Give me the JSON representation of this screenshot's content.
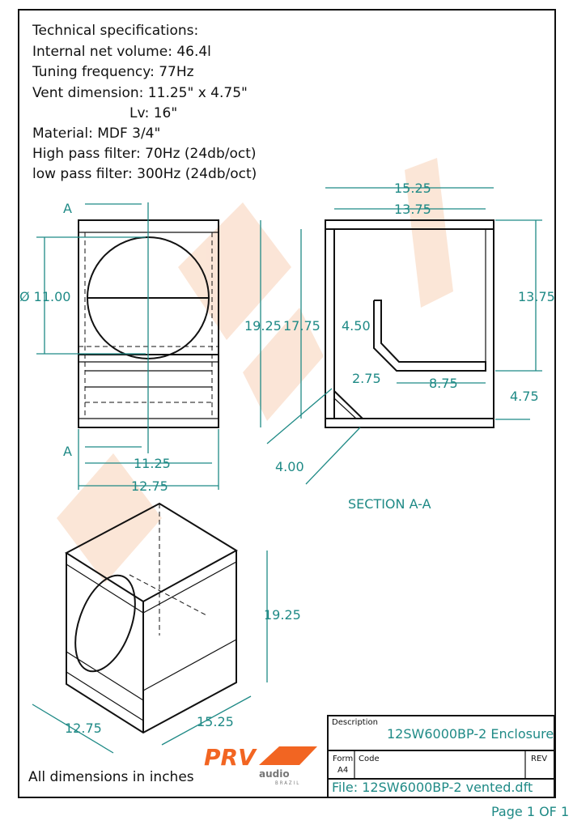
{
  "specs": {
    "heading": "Technical specifications:",
    "volume": "Internal net volume: 46.4l",
    "tuning": "Tuning frequency: 77Hz",
    "vent": "Vent dimension: 11.25\" x 4.75\"",
    "lv": "Lv: 16\"",
    "material": "Material: MDF 3/4\"",
    "hpf": "High pass filter: 70Hz (24db/oct)",
    "lpf": "low pass filter: 300Hz (24db/oct)"
  },
  "front_view": {
    "section_mark": "A",
    "diameter": "Ø 11.00",
    "width_inner": "11.25",
    "width_outer": "12.75"
  },
  "section_view": {
    "title": "SECTION A-A",
    "depth_outer": "15.25",
    "depth_inner": "13.75",
    "height_outer": "19.25",
    "height_inner": "17.75",
    "chamber_height": "13.75",
    "port_height": "4.75",
    "vent_lip": "4.50",
    "bend": "2.75",
    "port_length": "8.75",
    "corner": "4.00"
  },
  "iso_view": {
    "height": "19.25",
    "width": "12.75",
    "depth": "15.25"
  },
  "note": "All dimensions in inches",
  "logo": {
    "brand": "PRV",
    "sub": "audio",
    "country": "BRAZIL"
  },
  "title_block": {
    "description_label": "Description",
    "description": "12SW6000BP-2  Enclosure",
    "form_label": "Form",
    "form_value": "A4",
    "code_label": "Code",
    "rev_label": "REV",
    "file": "File: 12SW6000BP-2 vented.dft"
  },
  "page": "Page 1 OF 1",
  "colors": {
    "accent": "#1f8a86",
    "logo": "#f26522"
  }
}
